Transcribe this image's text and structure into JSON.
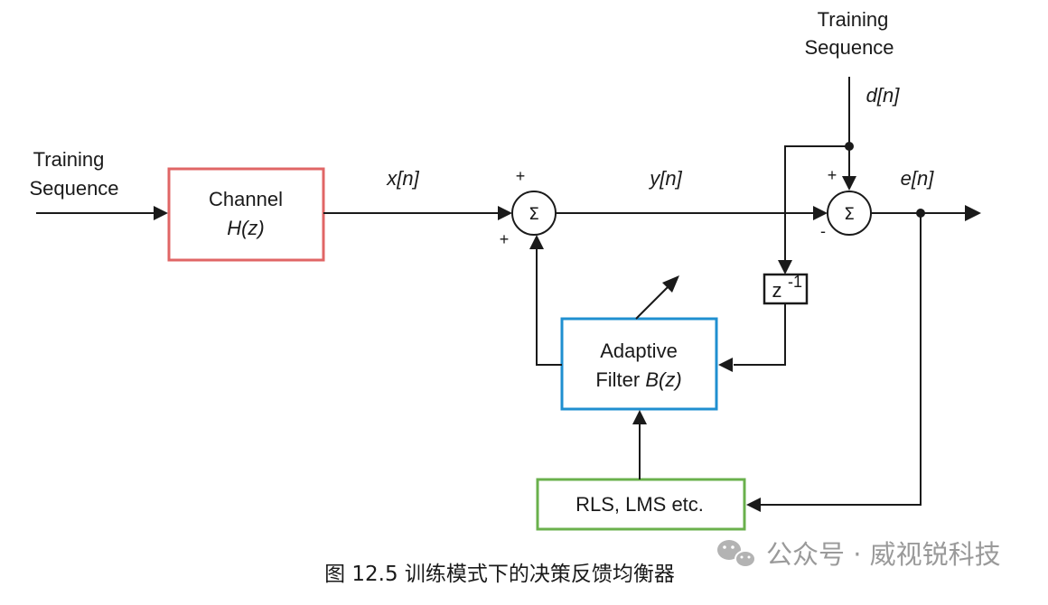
{
  "inputs": {
    "left_line1": "Training",
    "left_line2": "Sequence",
    "top_line1": "Training",
    "top_line2": "Sequence"
  },
  "signals": {
    "x": "x[n]",
    "y": "y[n]",
    "d": "d[n]",
    "e": "e[n]"
  },
  "blocks": {
    "channel": {
      "line1": "Channel",
      "line2": "H(z)",
      "border_color": "#e06666"
    },
    "adaptive_filter": {
      "line1": "Adaptive",
      "line2_prefix": "Filter ",
      "line2_italic": "B(z)",
      "border_color": "#1f8fd0"
    },
    "algorithm": {
      "label": "RLS, LMS etc.",
      "border_color": "#6ab04c"
    },
    "delay": {
      "base": "z",
      "exponent": "-1"
    }
  },
  "summers": {
    "symbol": "Σ",
    "first_top_sign": "+",
    "first_bottom_sign": "+",
    "second_top_sign": "+",
    "second_left_sign": "-"
  },
  "caption": "图 12.5 训练模式下的决策反馈均衡器",
  "watermark": "公众号 · 威视锐科技"
}
